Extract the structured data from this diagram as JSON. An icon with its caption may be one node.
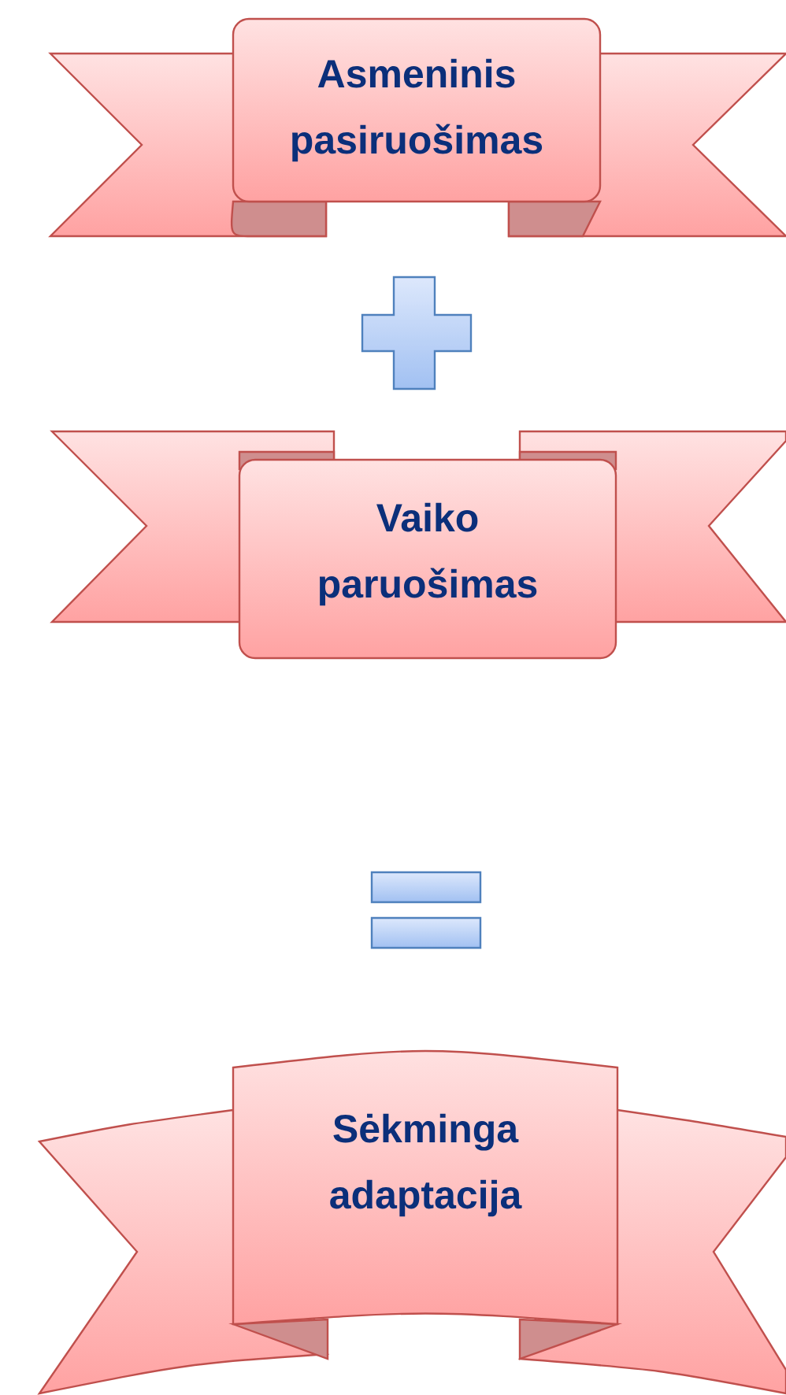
{
  "diagram": {
    "nodes": [
      {
        "text": [
          "Asmeninis pasiruošimas"
        ]
      },
      {
        "text": [
          "Vaiko paruošimas"
        ]
      },
      {
        "text": [
          "Sėkminga adaptacija"
        ]
      }
    ]
  }
}
